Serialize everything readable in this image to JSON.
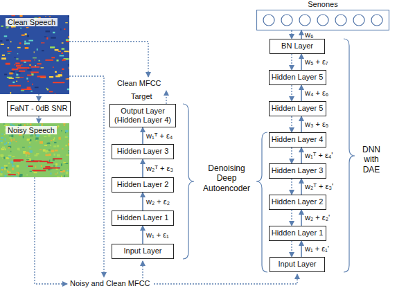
{
  "diagram": {
    "nodes": [
      {
        "text": [
          "Clean Speech"
        ]
      },
      {
        "text": [
          "FaNT - 0dB SNR"
        ]
      },
      {
        "text": [
          "Noisy Speech"
        ]
      },
      {
        "text": [
          "Input Layer"
        ]
      },
      {
        "text": [
          "Hidden Layer 1"
        ]
      },
      {
        "text": [
          "Hidden Layer 2"
        ]
      },
      {
        "text": [
          "Hidden Layer 3"
        ]
      },
      {
        "text": [
          "Output Layer (Hidden Layer 4)"
        ]
      },
      {
        "text": [
          "Senones"
        ]
      },
      {
        "text": [
          "BN Layer"
        ]
      },
      {
        "text": [
          "Hidden Layer 5"
        ]
      },
      {
        "text": [
          "Hidden Layer 5"
        ]
      },
      {
        "text": [
          "Hidden Layer 4"
        ]
      },
      {
        "text": [
          "Hidden Layer 3"
        ]
      },
      {
        "text": [
          "Hidden Layer 2"
        ]
      },
      {
        "text": [
          "Hidden Layer 1"
        ]
      },
      {
        "text": [
          "Input Layer"
        ]
      }
    ],
    "edges": [
      {
        "from": 0,
        "to": 1,
        "arrow": "to"
      },
      {
        "from": 1,
        "to": 2,
        "arrow": "to"
      },
      {
        "from": 3,
        "to": 4,
        "arrow": "to",
        "label": "w₁ + ε₁"
      },
      {
        "from": 4,
        "to": 5,
        "arrow": "to",
        "label": "w₂ + ε₂"
      },
      {
        "from": 5,
        "to": 6,
        "arrow": "to",
        "label": "w₂ᵀ + ε₃"
      },
      {
        "from": 6,
        "to": 7,
        "arrow": "to",
        "label": "w₁ᵀ + ε₄"
      },
      {
        "from": 16,
        "to": 15,
        "arrow": "to",
        "label": "w₁ + ε₁'"
      },
      {
        "from": 15,
        "to": 14,
        "arrow": "to",
        "label": "w₂ + ε₂'"
      },
      {
        "from": 14,
        "to": 13,
        "arrow": "to",
        "label": "w₂ᵀ + ε₃'"
      },
      {
        "from": 13,
        "to": 12,
        "arrow": "to",
        "label": "w₁ᵀ + ε₄'"
      },
      {
        "from": 12,
        "to": 11,
        "arrow": "to",
        "label": "w₃ + ε₅"
      },
      {
        "from": 11,
        "to": 10,
        "arrow": "to",
        "label": "w₄ + ε₆"
      },
      {
        "from": 10,
        "to": 9,
        "arrow": "to",
        "label": "w₅ + ε₇"
      },
      {
        "from": 9,
        "to": 8,
        "arrow": "to",
        "label": "w₆"
      },
      {
        "from": 8,
        "to": 9,
        "arrow": "to"
      },
      {
        "from": 9,
        "to": 10,
        "arrow": "to"
      },
      {
        "from": 10,
        "to": 11,
        "arrow": "to"
      },
      {
        "from": 11,
        "to": 12,
        "arrow": "to"
      },
      {
        "from": 12,
        "to": 13,
        "arrow": "to"
      },
      {
        "from": 13,
        "to": 14,
        "arrow": "to"
      },
      {
        "from": 14,
        "to": 15,
        "arrow": "to"
      },
      {
        "from": 15,
        "to": 16,
        "arrow": "to"
      }
    ],
    "labels": [
      "Clean MFCC",
      "Target",
      "Noisy and Clean MFCC",
      "Denoising Deep Autoencoder",
      "DNN with DAE"
    ]
  }
}
